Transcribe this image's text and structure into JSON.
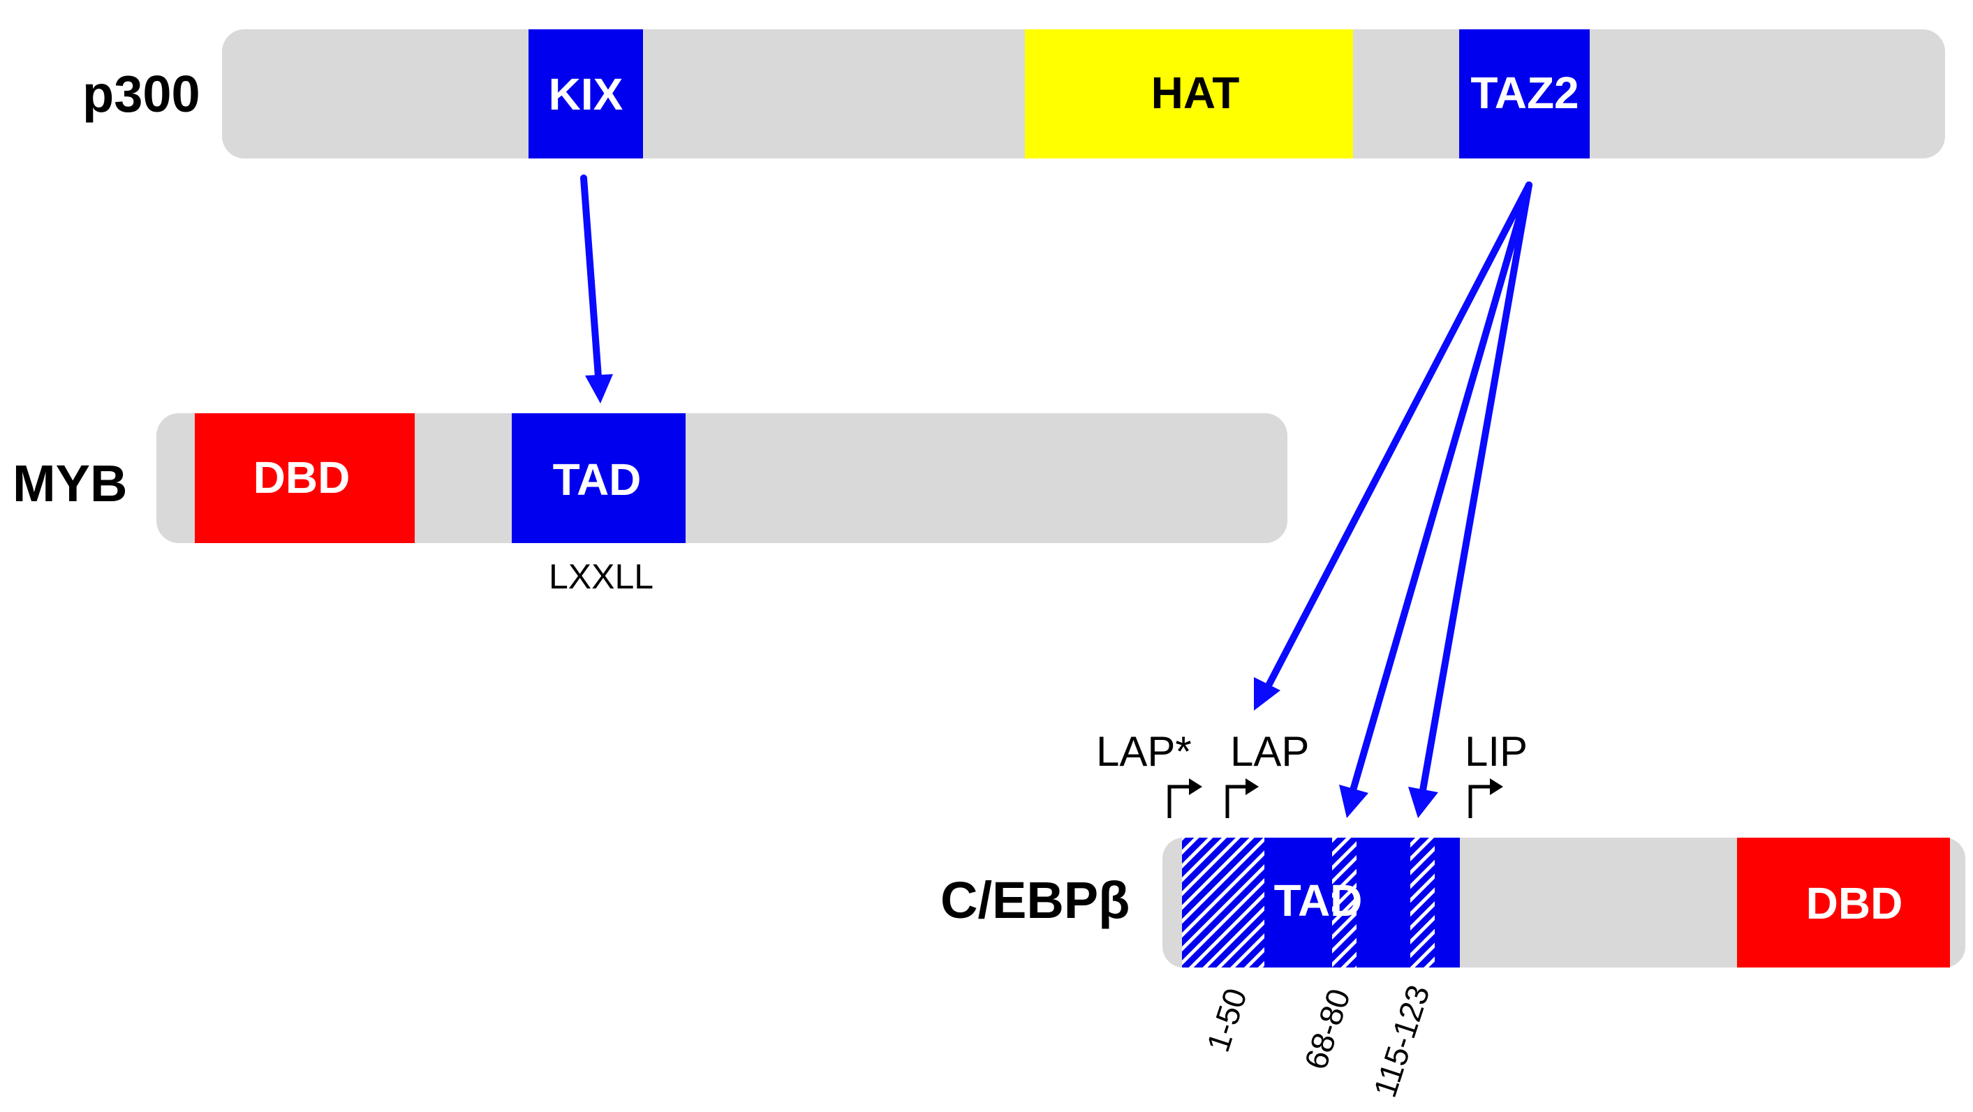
{
  "proteins": {
    "p300": {
      "name": "p300",
      "domains": {
        "kix": "KIX",
        "hat": "HAT",
        "taz2": "TAZ2"
      }
    },
    "myb": {
      "name": "MYB",
      "domains": {
        "dbd": "DBD",
        "tad": "TAD"
      },
      "motif": "LXXLL"
    },
    "cebpb": {
      "name": "C/EBPβ",
      "domains": {
        "tad": "TAD",
        "dbd": "DBD"
      },
      "isoforms": [
        "LAP*",
        "LAP",
        "LIP"
      ],
      "regions": [
        "1-50",
        "68-80",
        "115-123"
      ]
    }
  },
  "colors": {
    "backbone": "#d9d9d9",
    "blue_domain": "#0000ee",
    "red_domain": "#ff0000",
    "yellow_domain": "#ffff00",
    "arrow": "#0a0aff"
  }
}
